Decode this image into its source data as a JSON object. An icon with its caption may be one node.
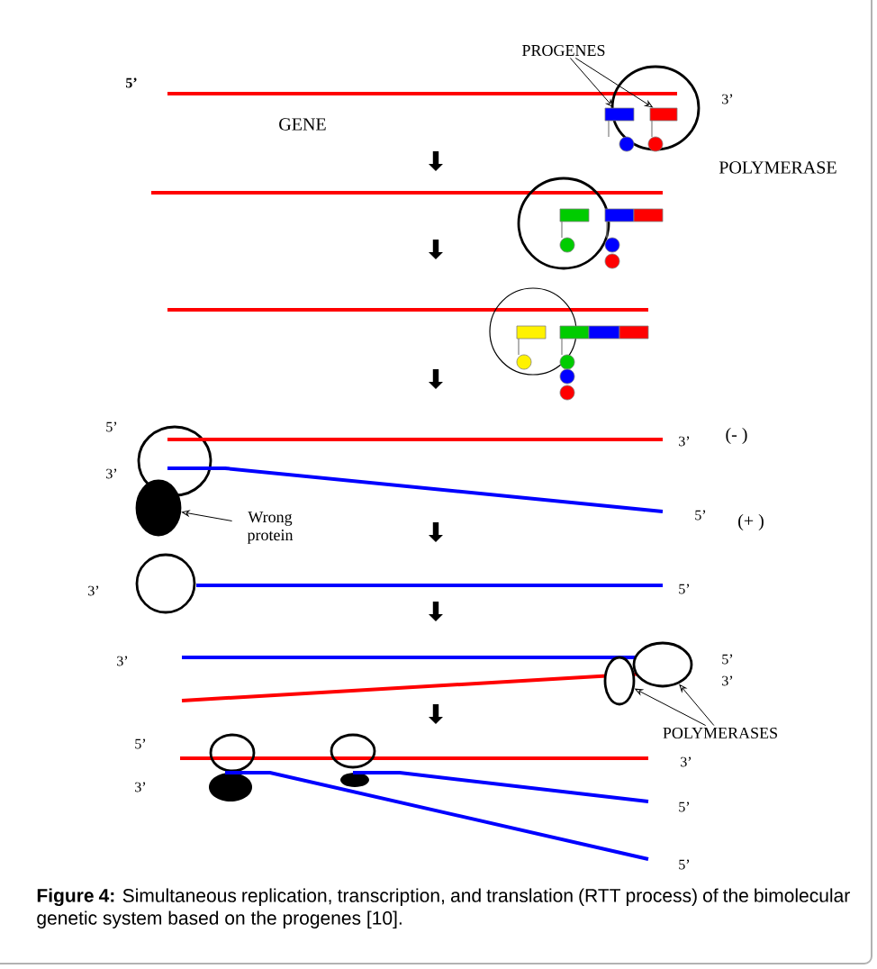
{
  "diagram": {
    "caption": "**Figure 4:** Simultaneous replication, transcription, and translation (RTT process) of the bimolecular genetic system based on the progenes [10].",
    "nodes": [
      {
        "text": [
          "PROGENES"
        ]
      },
      {
        "text": [],
        "shape": "box"
      },
      {
        "text": [],
        "shape": "box"
      },
      {
        "text": [
          "Wrong protein"
        ]
      },
      {
        "text": [],
        "shape": "ellipse"
      },
      {
        "text": [
          "POLYMERASES"
        ]
      },
      {
        "text": [],
        "shape": "ellipse"
      },
      {
        "text": [],
        "shape": "ellipse"
      }
    ],
    "edges": [
      {
        "from": 0,
        "to": 1,
        "arrow": "to"
      },
      {
        "from": 0,
        "to": 2,
        "arrow": "to"
      },
      {
        "from": 3,
        "to": 4,
        "arrow": "to"
      },
      {
        "from": 5,
        "to": 6,
        "arrow": "to"
      },
      {
        "from": 5,
        "to": 7,
        "arrow": "to"
      }
    ],
    "labels": [
      "5’",
      "3’",
      "GENE",
      "POLYMERASE",
      "5’",
      "(- )",
      "3’",
      "3’",
      "5’",
      "(+ )",
      "3’",
      "5’",
      "3’",
      "5’",
      "3’",
      "5’",
      "3’",
      "3’",
      "5’",
      "5’"
    ]
  }
}
